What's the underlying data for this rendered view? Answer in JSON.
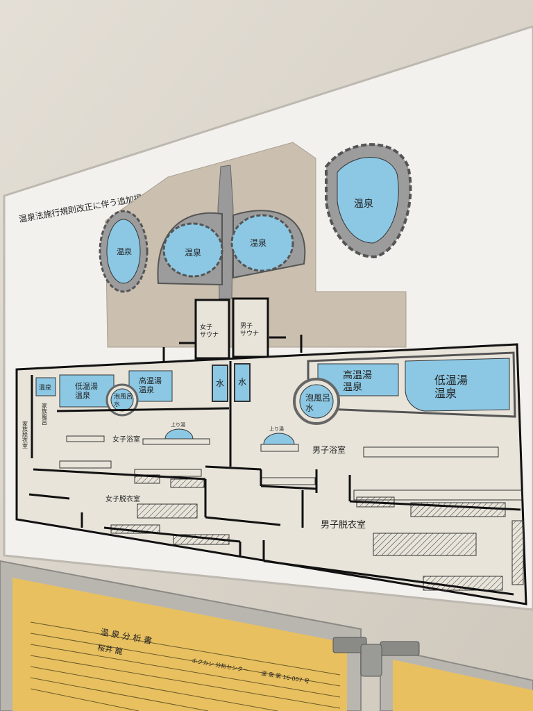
{
  "sign": {
    "notice_title": "温泉法施行規則改正に伴う追加掲示",
    "pools": {
      "onsen_top_left": "温泉",
      "onsen_center_left": "温泉",
      "onsen_center_right": "温泉",
      "onsen_top_right": "温泉",
      "family_bath": "温泉",
      "women_low": "低温湯\n温泉",
      "women_high": "高温湯\n温泉",
      "women_bubble": "泡風呂\n水",
      "men_high": "高温湯\n温泉",
      "men_low": "低温湯\n温泉",
      "men_bubble": "泡風呂\n水",
      "water_left": "水",
      "water_right": "水"
    },
    "rooms": {
      "women_sauna": "女子\nサウナ",
      "men_sauna": "男子\nサウナ",
      "women_bath": "女子浴室",
      "men_bath": "男子浴室",
      "women_changing": "女子脱衣室",
      "men_changing": "男子脱衣室",
      "agariyu_left": "上り湯",
      "agariyu_right": "上り湯",
      "family_bath_room": "家族風呂",
      "family_changing": "家族脱衣室"
    }
  },
  "analysis_board": {
    "title": "温 泉 分 析 書",
    "analysis_center": "ホクカン 分析センター",
    "number": "温 泉 第  16-007  号",
    "applicant_name": "桜井 龍"
  },
  "colors": {
    "water": "#8cc8e4",
    "floor": "#e8e4da",
    "rock": "#a9a9a9",
    "outdoor": "#cbbfb0",
    "board": "#e8c060"
  }
}
